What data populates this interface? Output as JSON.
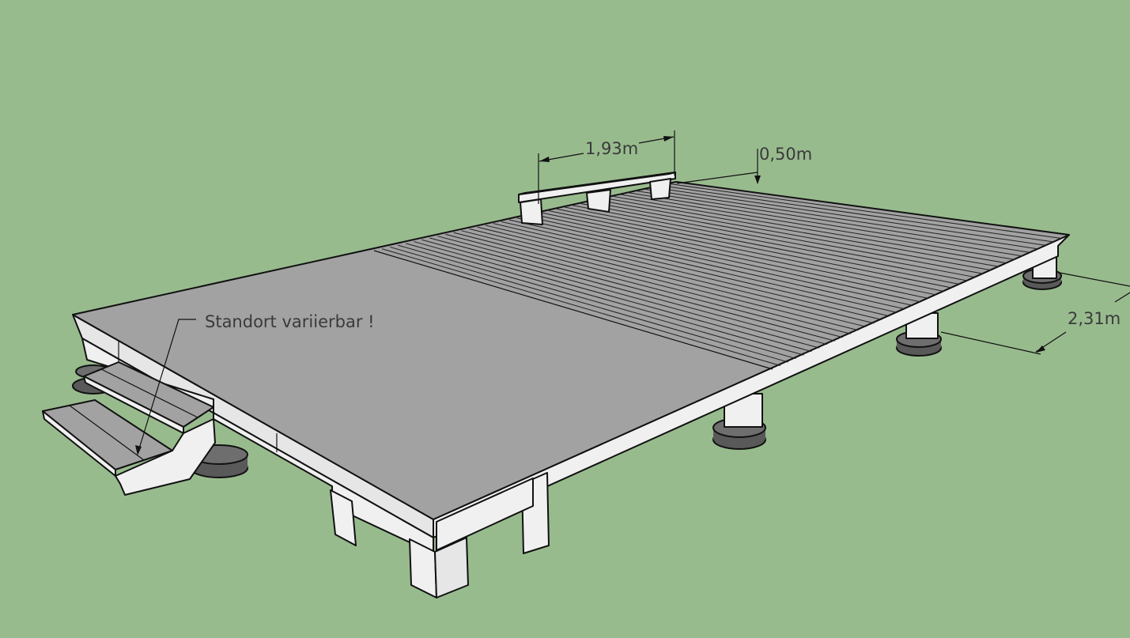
{
  "dimensions": {
    "bench_length": "1,93m",
    "gap": "0,50m",
    "depth": "2,31m"
  },
  "annotation": "Standort variierbar !",
  "colors": {
    "background": "#98bb8e",
    "deck_top": "#a2a2a2",
    "frame": "#f0f0f0",
    "footing": "#6e6e6e"
  }
}
